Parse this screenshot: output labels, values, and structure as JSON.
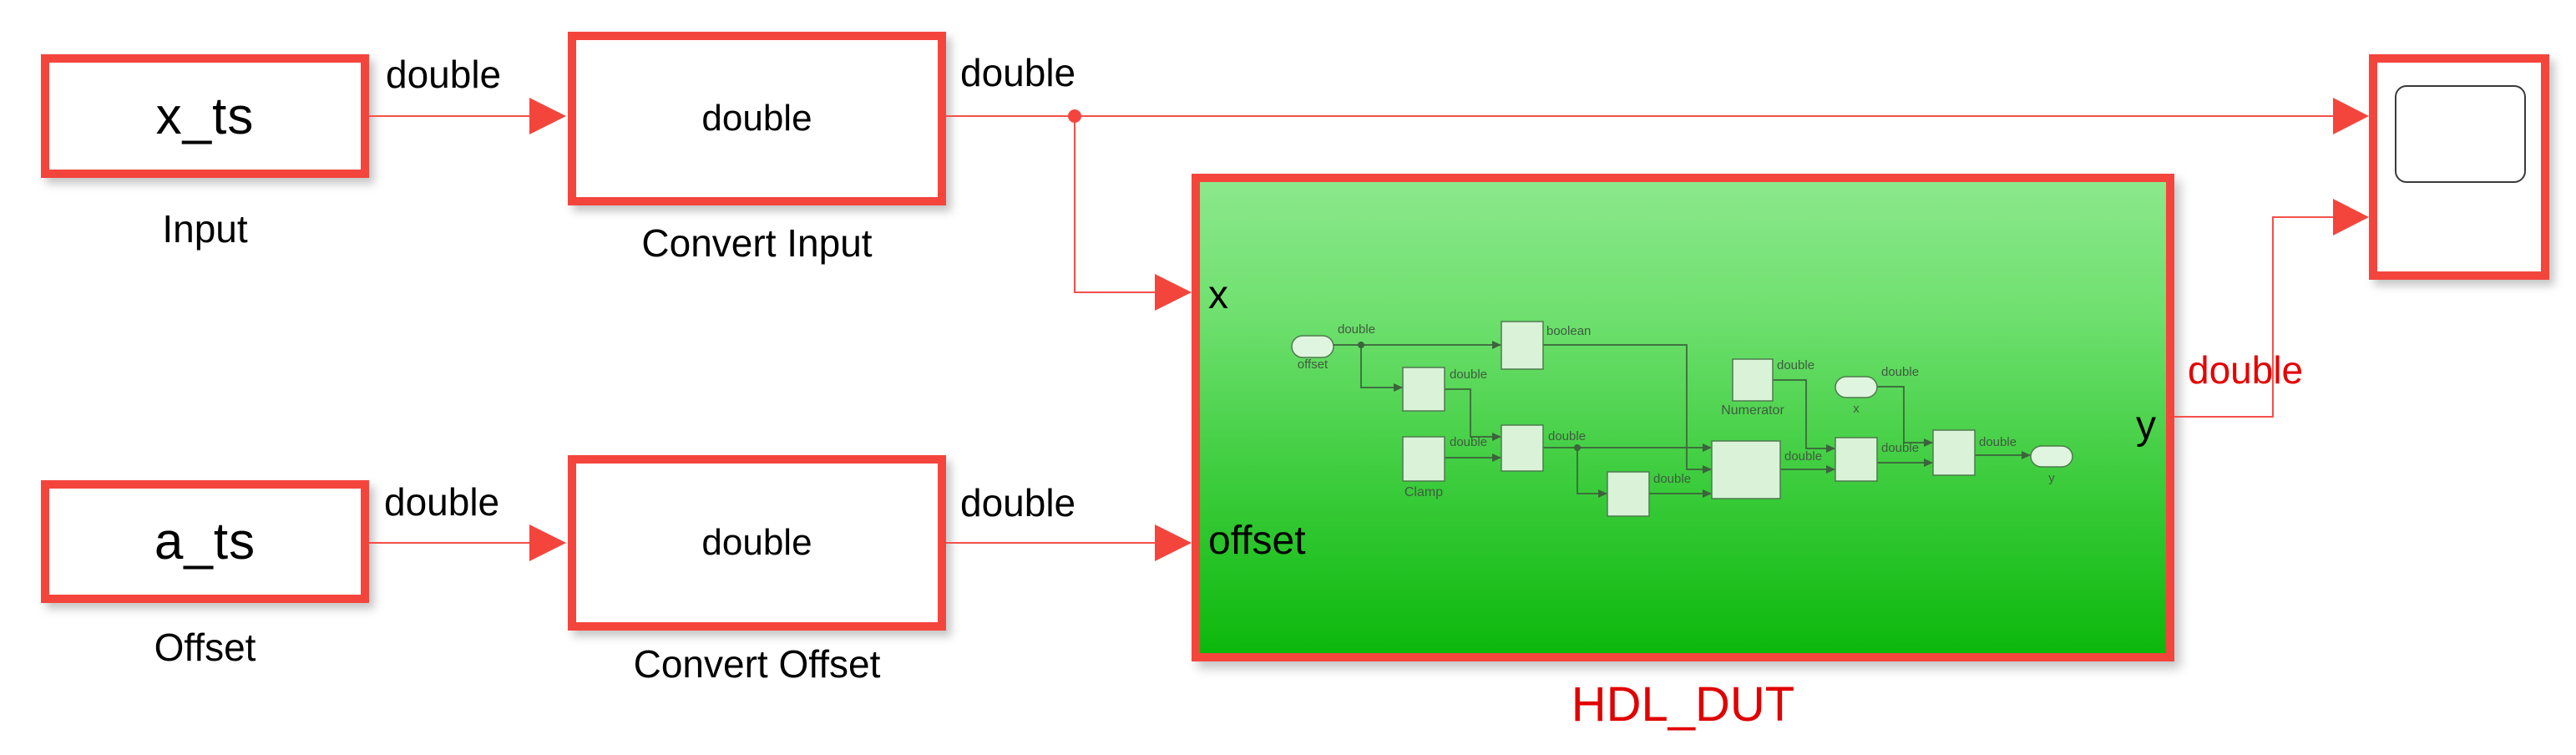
{
  "colors": {
    "highlight_red": "#F4453D",
    "wire_red": "#F5504A",
    "signal_label_red": "#E60000",
    "dut_green_top": "#8BE88B",
    "dut_green_bottom": "#0CB80C",
    "preview_line_green": "#3C633C",
    "preview_block_fill": "#D9F2D8"
  },
  "blocks": {
    "input": {
      "text": "x_ts",
      "caption": "Input"
    },
    "convert_input": {
      "text": "double",
      "caption": "Convert Input"
    },
    "offset": {
      "text": "a_ts",
      "caption": "Offset"
    },
    "convert_offset": {
      "text": "double",
      "caption": "Convert Offset"
    },
    "hdl_dut": {
      "caption": "HDL_DUT",
      "ports": {
        "x": "x",
        "offset": "offset",
        "y": "y"
      }
    }
  },
  "wire_labels": {
    "input_out": "double",
    "convert_input_out": "double",
    "offset_out": "double",
    "convert_offset_out": "double",
    "hdl_dut_y_out": "double"
  },
  "preview": {
    "inport_offset": {
      "name": "offset",
      "signal": "double"
    },
    "compare": {
      "signal": "boolean"
    },
    "sub1": {
      "signal": "double"
    },
    "clamp": {
      "name": "Clamp",
      "signal": "double"
    },
    "sum1": {
      "signal": "double"
    },
    "gain1": {
      "signal": "double"
    },
    "numerator": {
      "name": "Numerator",
      "signal": "double"
    },
    "product": {
      "signal": "double"
    },
    "inport_x": {
      "name": "x",
      "signal": "double"
    },
    "divide": {
      "signal": "double"
    },
    "sum2": {
      "signal": "double"
    },
    "outport_y": {
      "name": "y"
    }
  }
}
